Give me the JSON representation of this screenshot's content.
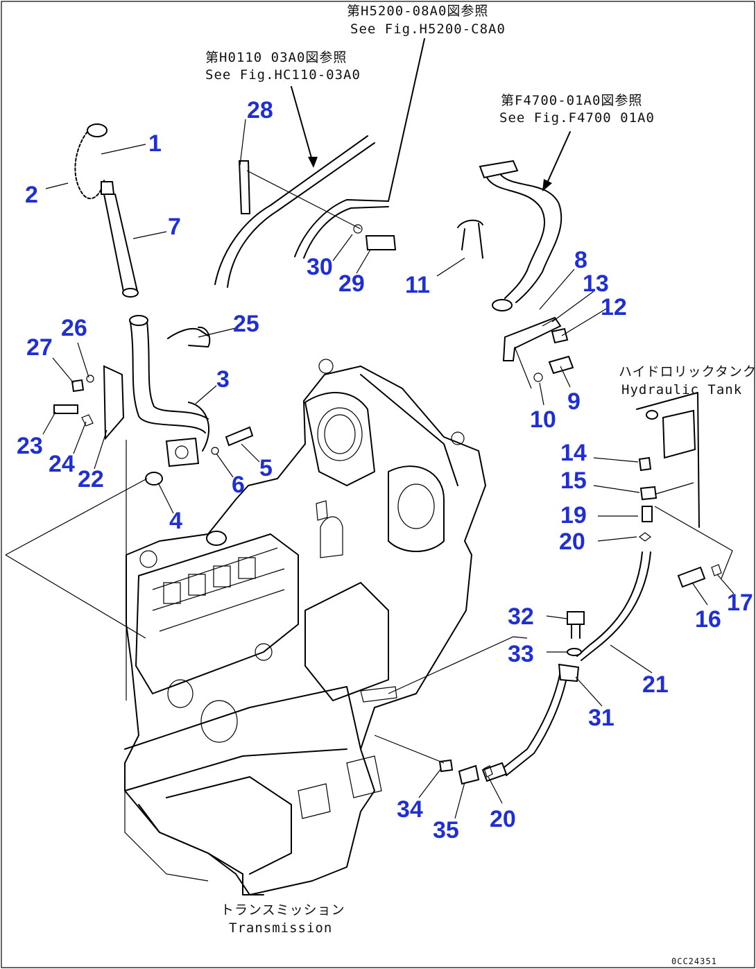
{
  "references": [
    {
      "jp": "第H5200-08A0図参照",
      "en": "See Fig.H5200-C8A0"
    },
    {
      "jp": "第H0110 03A0図参照",
      "en": "See Fig.HC110-03A0"
    },
    {
      "jp": "第F4700-01A0図参照",
      "en": "See Fig.F4700 01A0"
    }
  ],
  "labels": {
    "hydraulic_tank_jp": "ハイドロリックタンク",
    "hydraulic_tank_en": "Hydraulic Tank",
    "transmission_jp": "トランスミッション",
    "transmission_en": "Transmission"
  },
  "part_numbers": [
    "1",
    "2",
    "3",
    "4",
    "5",
    "6",
    "7",
    "8",
    "9",
    "10",
    "11",
    "12",
    "13",
    "14",
    "15",
    "16",
    "17",
    "19",
    "20",
    "20",
    "21",
    "22",
    "23",
    "24",
    "25",
    "26",
    "27",
    "28",
    "29",
    "30",
    "31",
    "32",
    "33",
    "34",
    "35"
  ],
  "drawing_code": "0CC24351",
  "colors": {
    "part_number": "#1f2fd4",
    "line": "#000000",
    "background": "#ffffff"
  }
}
